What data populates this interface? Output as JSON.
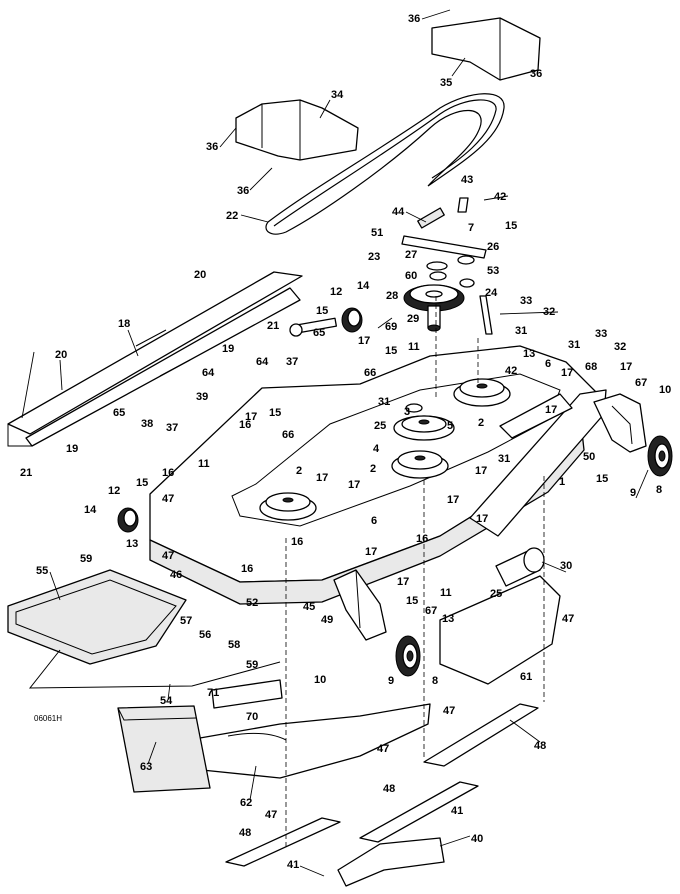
{
  "figure_code": "06061H",
  "callouts": [
    {
      "label": "36"
    },
    {
      "label": "35"
    },
    {
      "label": "36"
    },
    {
      "label": "34"
    },
    {
      "label": "36"
    },
    {
      "label": "36"
    },
    {
      "label": "22"
    },
    {
      "label": "43"
    },
    {
      "label": "42"
    },
    {
      "label": "44"
    },
    {
      "label": "7"
    },
    {
      "label": "15"
    },
    {
      "label": "26"
    },
    {
      "label": "51"
    },
    {
      "label": "23"
    },
    {
      "label": "27"
    },
    {
      "label": "53"
    },
    {
      "label": "60"
    },
    {
      "label": "24"
    },
    {
      "label": "28"
    },
    {
      "label": "33"
    },
    {
      "label": "29"
    },
    {
      "label": "32"
    },
    {
      "label": "69"
    },
    {
      "label": "31"
    },
    {
      "label": "20"
    },
    {
      "label": "12"
    },
    {
      "label": "14"
    },
    {
      "label": "15"
    },
    {
      "label": "65"
    },
    {
      "label": "21"
    },
    {
      "label": "18"
    },
    {
      "label": "19"
    },
    {
      "label": "64"
    },
    {
      "label": "37"
    },
    {
      "label": "17"
    },
    {
      "label": "15"
    },
    {
      "label": "11"
    },
    {
      "label": "13"
    },
    {
      "label": "20"
    },
    {
      "label": "66"
    },
    {
      "label": "64"
    },
    {
      "label": "31"
    },
    {
      "label": "42"
    },
    {
      "label": "33"
    },
    {
      "label": "31"
    },
    {
      "label": "32"
    },
    {
      "label": "6"
    },
    {
      "label": "17"
    },
    {
      "label": "68"
    },
    {
      "label": "17"
    },
    {
      "label": "67"
    },
    {
      "label": "10"
    },
    {
      "label": "65"
    },
    {
      "label": "39"
    },
    {
      "label": "38"
    },
    {
      "label": "37"
    },
    {
      "label": "3"
    },
    {
      "label": "25"
    },
    {
      "label": "5"
    },
    {
      "label": "4"
    },
    {
      "label": "2"
    },
    {
      "label": "16"
    },
    {
      "label": "17"
    },
    {
      "label": "15"
    },
    {
      "label": "66"
    },
    {
      "label": "17"
    },
    {
      "label": "31"
    },
    {
      "label": "1"
    },
    {
      "label": "50"
    },
    {
      "label": "15"
    },
    {
      "label": "9"
    },
    {
      "label": "8"
    },
    {
      "label": "19"
    },
    {
      "label": "21"
    },
    {
      "label": "16"
    },
    {
      "label": "11"
    },
    {
      "label": "2"
    },
    {
      "label": "17"
    },
    {
      "label": "2"
    },
    {
      "label": "17"
    },
    {
      "label": "17"
    },
    {
      "label": "17"
    },
    {
      "label": "12"
    },
    {
      "label": "15"
    },
    {
      "label": "47"
    },
    {
      "label": "14"
    },
    {
      "label": "6"
    },
    {
      "label": "17"
    },
    {
      "label": "13"
    },
    {
      "label": "47"
    },
    {
      "label": "16"
    },
    {
      "label": "59"
    },
    {
      "label": "16"
    },
    {
      "label": "17"
    },
    {
      "label": "16"
    },
    {
      "label": "30"
    },
    {
      "label": "46"
    },
    {
      "label": "55"
    },
    {
      "label": "45"
    },
    {
      "label": "17"
    },
    {
      "label": "11"
    },
    {
      "label": "25"
    },
    {
      "label": "52"
    },
    {
      "label": "15"
    },
    {
      "label": "67"
    },
    {
      "label": "57"
    },
    {
      "label": "56"
    },
    {
      "label": "49"
    },
    {
      "label": "13"
    },
    {
      "label": "47"
    },
    {
      "label": "58"
    },
    {
      "label": "59"
    },
    {
      "label": "10"
    },
    {
      "label": "9"
    },
    {
      "label": "8"
    },
    {
      "label": "61"
    },
    {
      "label": "54"
    },
    {
      "label": "71"
    },
    {
      "label": "47"
    },
    {
      "label": "70"
    },
    {
      "label": "47"
    },
    {
      "label": "48"
    },
    {
      "label": "63"
    },
    {
      "label": "62"
    },
    {
      "label": "48"
    },
    {
      "label": "41"
    },
    {
      "label": "47"
    },
    {
      "label": "40"
    },
    {
      "label": "48"
    },
    {
      "label": "41"
    }
  ]
}
